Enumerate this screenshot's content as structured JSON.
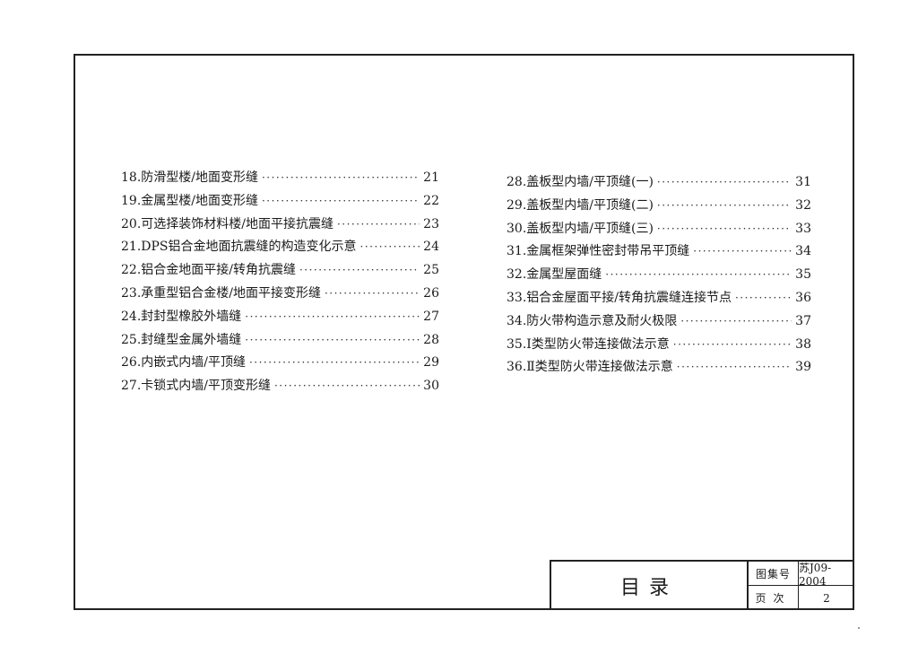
{
  "toc": {
    "left": [
      {
        "title": "18.防滑型楼/地面变形缝",
        "page": "21"
      },
      {
        "title": "19.金属型楼/地面变形缝",
        "page": "22"
      },
      {
        "title": "20.可选择装饰材料楼/地面平接抗震缝",
        "page": "23"
      },
      {
        "title": "21.DPS铝合金地面抗震缝的构造变化示意",
        "page": "24"
      },
      {
        "title": "22.铝合金地面平接/转角抗震缝",
        "page": "25"
      },
      {
        "title": "23.承重型铝合金楼/地面平接变形缝",
        "page": "26"
      },
      {
        "title": "24.封封型橡胶外墙缝",
        "page": "27"
      },
      {
        "title": "25.封缝型金属外墙缝",
        "page": "28"
      },
      {
        "title": "26.内嵌式内墙/平顶缝",
        "page": "29"
      },
      {
        "title": "27.卡锁式内墙/平顶变形缝",
        "page": "30"
      }
    ],
    "right": [
      {
        "title": "28.盖板型内墙/平顶缝(一)",
        "page": "31"
      },
      {
        "title": "29.盖板型内墙/平顶缝(二)",
        "page": "32"
      },
      {
        "title": "30.盖板型内墙/平顶缝(三)",
        "page": "33"
      },
      {
        "title": "31.金属框架弹性密封带吊平顶缝",
        "page": "34"
      },
      {
        "title": "32.金属型屋面缝",
        "page": "35"
      },
      {
        "title": "33.铝合金屋面平接/转角抗震缝连接节点",
        "page": "36"
      },
      {
        "title": "34.防火带构造示意及耐火极限",
        "page": "37"
      },
      {
        "title": "35.Ⅰ类型防火带连接做法示意",
        "page": "38"
      },
      {
        "title": "36.Ⅱ类型防火带连接做法示意",
        "page": "39"
      }
    ]
  },
  "title_block": {
    "title": "目录",
    "atlas_label": "图集号",
    "atlas_value": "苏J09-2004",
    "page_label": "页次",
    "page_value": "2"
  }
}
